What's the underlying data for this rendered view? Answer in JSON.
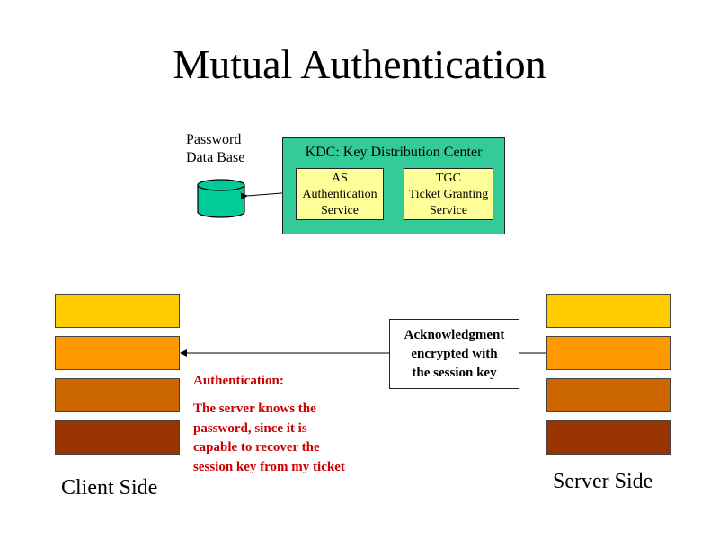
{
  "title": "Mutual Authentication",
  "password_db": {
    "line1": "Password",
    "line2": "Data Base"
  },
  "kdc": {
    "label": "KDC: Key Distribution Center",
    "as": {
      "line1": "AS",
      "line2": "Authentication",
      "line3": "Service"
    },
    "tgc": {
      "line1": "TGC",
      "line2": "Ticket Granting",
      "line3": "Service"
    }
  },
  "message": {
    "box": {
      "line1": "Acknowledgment",
      "line2": "encrypted with",
      "line3": "the session key"
    },
    "heading": "Authentication:",
    "explanation": [
      "The server knows the",
      "password, since it is",
      "capable to recover the",
      "session key from my ticket"
    ]
  },
  "client": {
    "label": "Client Side"
  },
  "server": {
    "label": "Server Side"
  },
  "colors": {
    "kdc_fill": "#33cc99",
    "service_fill": "#ffff99",
    "db_fill": "#00cc99",
    "stack": [
      "#ffcc00",
      "#ff9900",
      "#cc6600",
      "#993300"
    ],
    "note_text": "#cc0000"
  }
}
